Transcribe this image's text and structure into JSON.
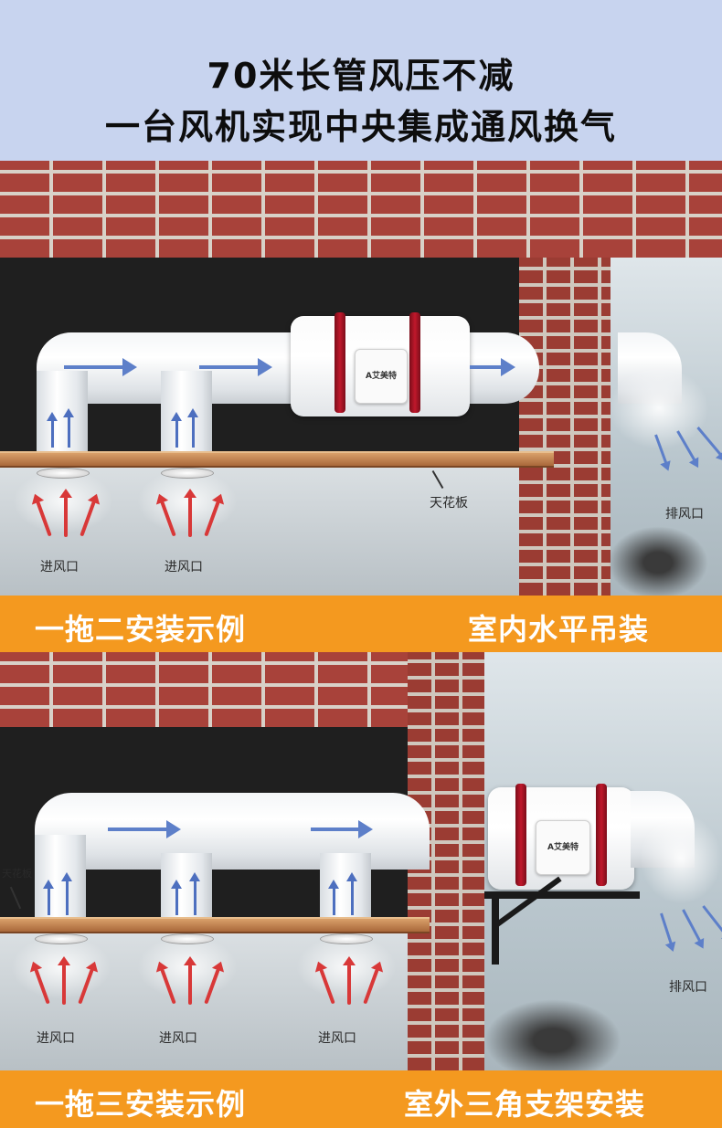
{
  "header": {
    "line1": "70米长管风压不减",
    "line2": "一台风机实现中央集成通风换气"
  },
  "panel1": {
    "ceiling_label": "天花板",
    "inlet_labels": [
      "进风口",
      "进风口"
    ],
    "exhaust_label": "排风口",
    "brand": "A艾美特",
    "band_left": "一拖二安装示例",
    "band_right": "室内水平吊装"
  },
  "panel2": {
    "ceiling_label": "天花板",
    "inlet_labels": [
      "进风口",
      "进风口",
      "进风口"
    ],
    "exhaust_label": "排风口",
    "brand": "A艾美特",
    "band_left": "一拖三安装示例",
    "band_right": "室外三角支架安装"
  },
  "colors": {
    "header_bg": "#c8d4ef",
    "band_bg": "#f4991f",
    "brick": "#a8423a",
    "airflow_arrow": "#5d7fc9",
    "inlet_arrow": "#d83838",
    "fan_ring": "#c0182b"
  }
}
